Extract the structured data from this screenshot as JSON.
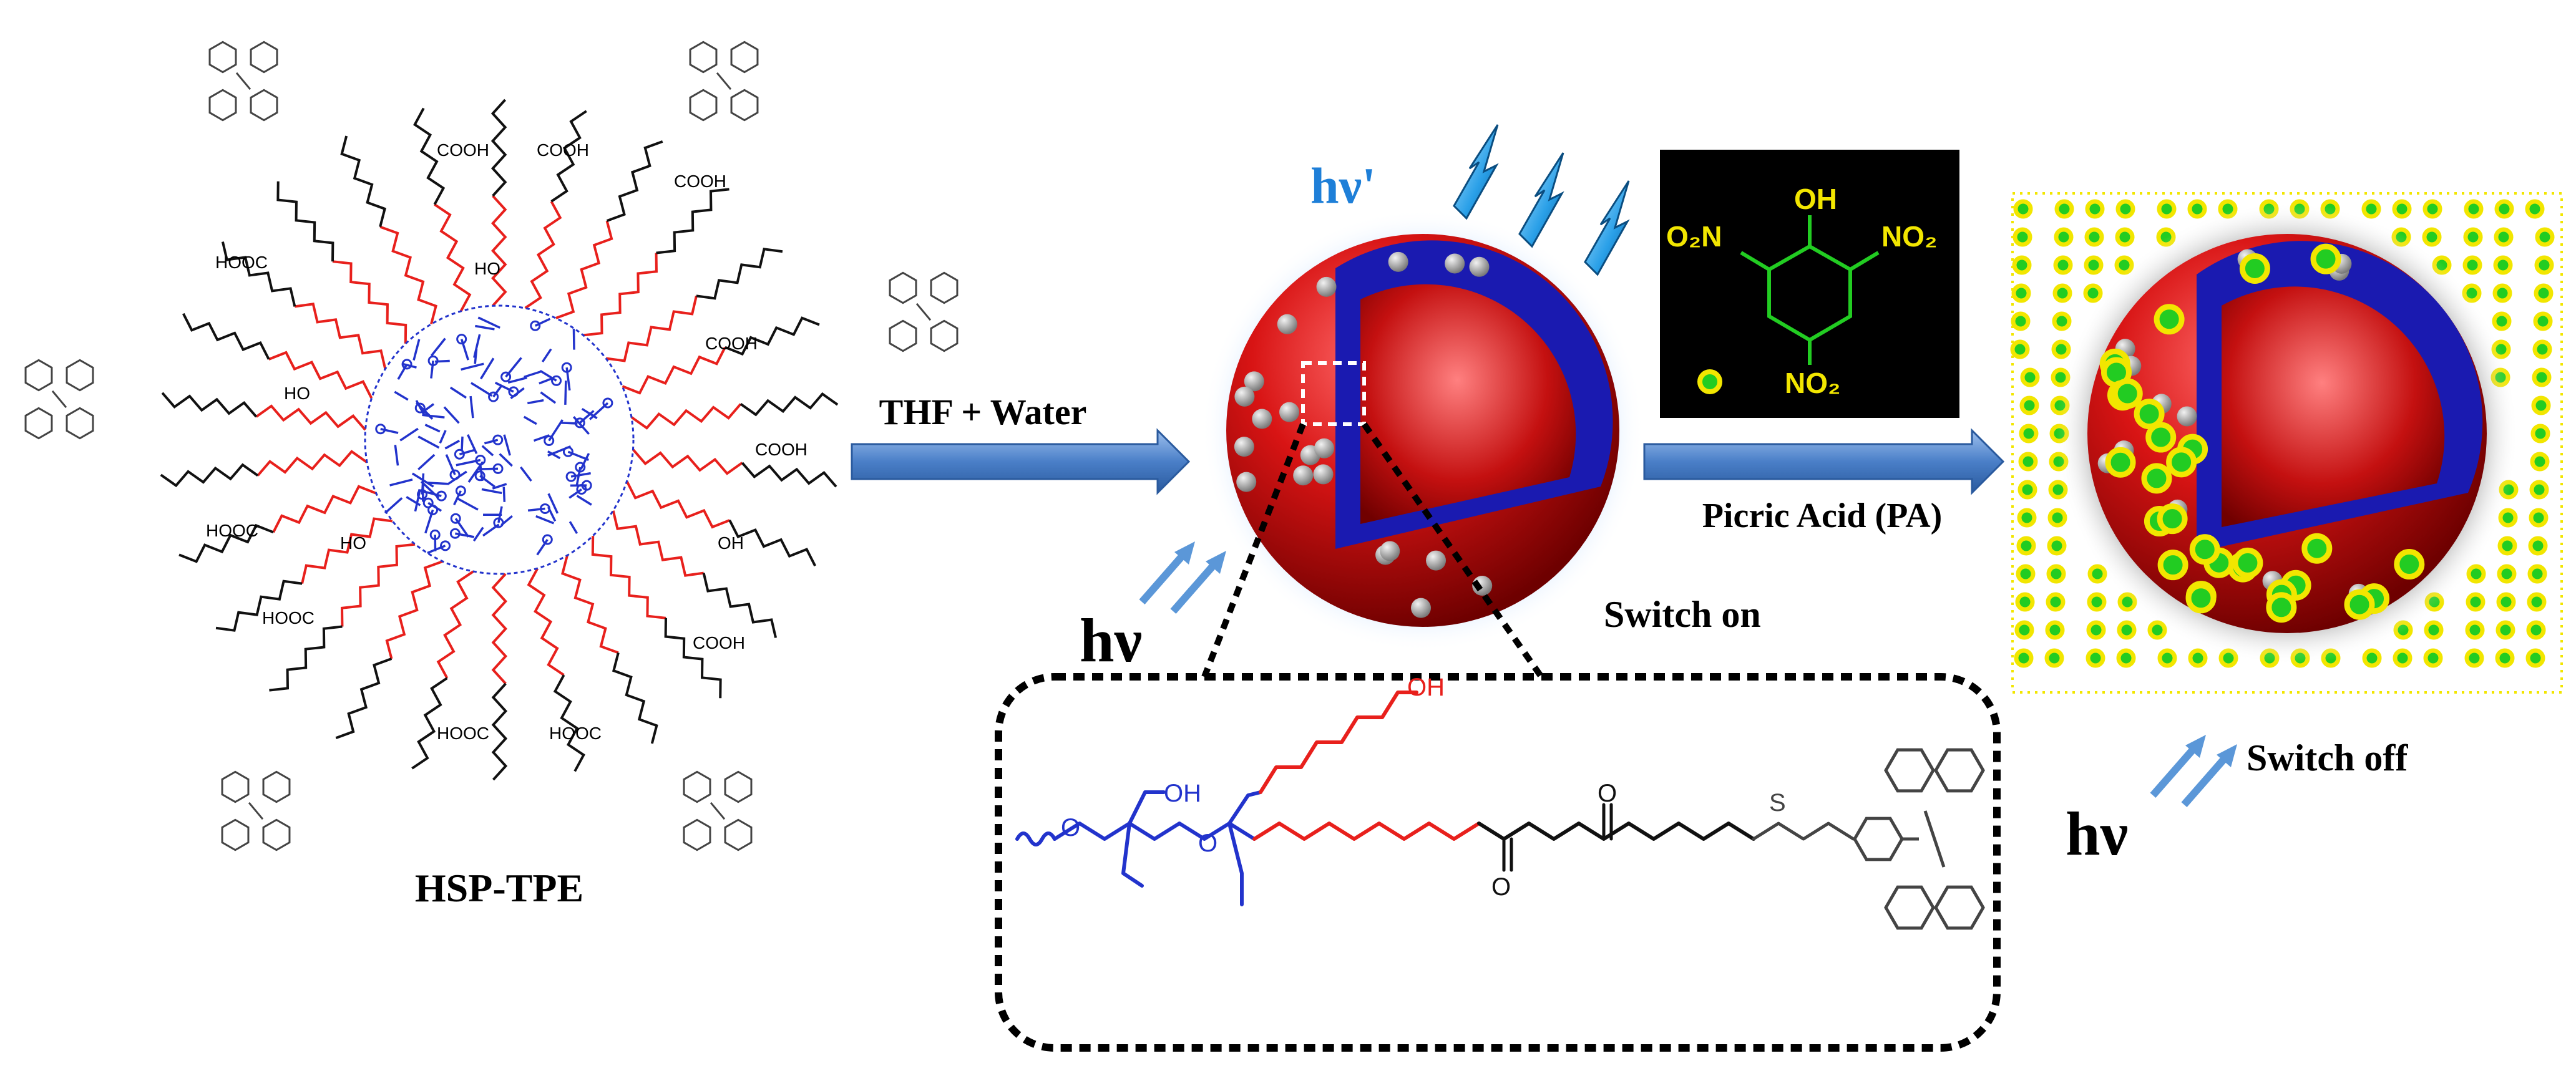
{
  "labels": {
    "hsp_tpe": "HSP-TPE",
    "step1": "THF + Water",
    "hv_emit": "hν'",
    "hv_in_1": "hν",
    "hv_in_2": "hν",
    "switch_on": "Switch on",
    "switch_off": "Switch off",
    "step2": "Picric Acid (PA)"
  },
  "picric_acid": {
    "oh": "OH",
    "no2_left": "O₂N",
    "no2_right": "NO₂",
    "no2_bottom": "NO₂"
  },
  "chem_groups": {
    "cooh": "COOH",
    "hooc": "HOOC",
    "ho": "HO",
    "oh": "OH",
    "o": "O",
    "s": "S"
  },
  "colors": {
    "core": "#2233cc",
    "peg": "#e8201c",
    "linker": "#111111",
    "tpe": "#444444",
    "sphere_red": "#cc1111",
    "shell_blue": "#1a1ab0",
    "arrow_blue": "#4a7fc8",
    "glow": "#7fb6ff",
    "pa_yellow": "#f2e600",
    "pa_green": "#22cc22",
    "pa_background": "#000000"
  }
}
